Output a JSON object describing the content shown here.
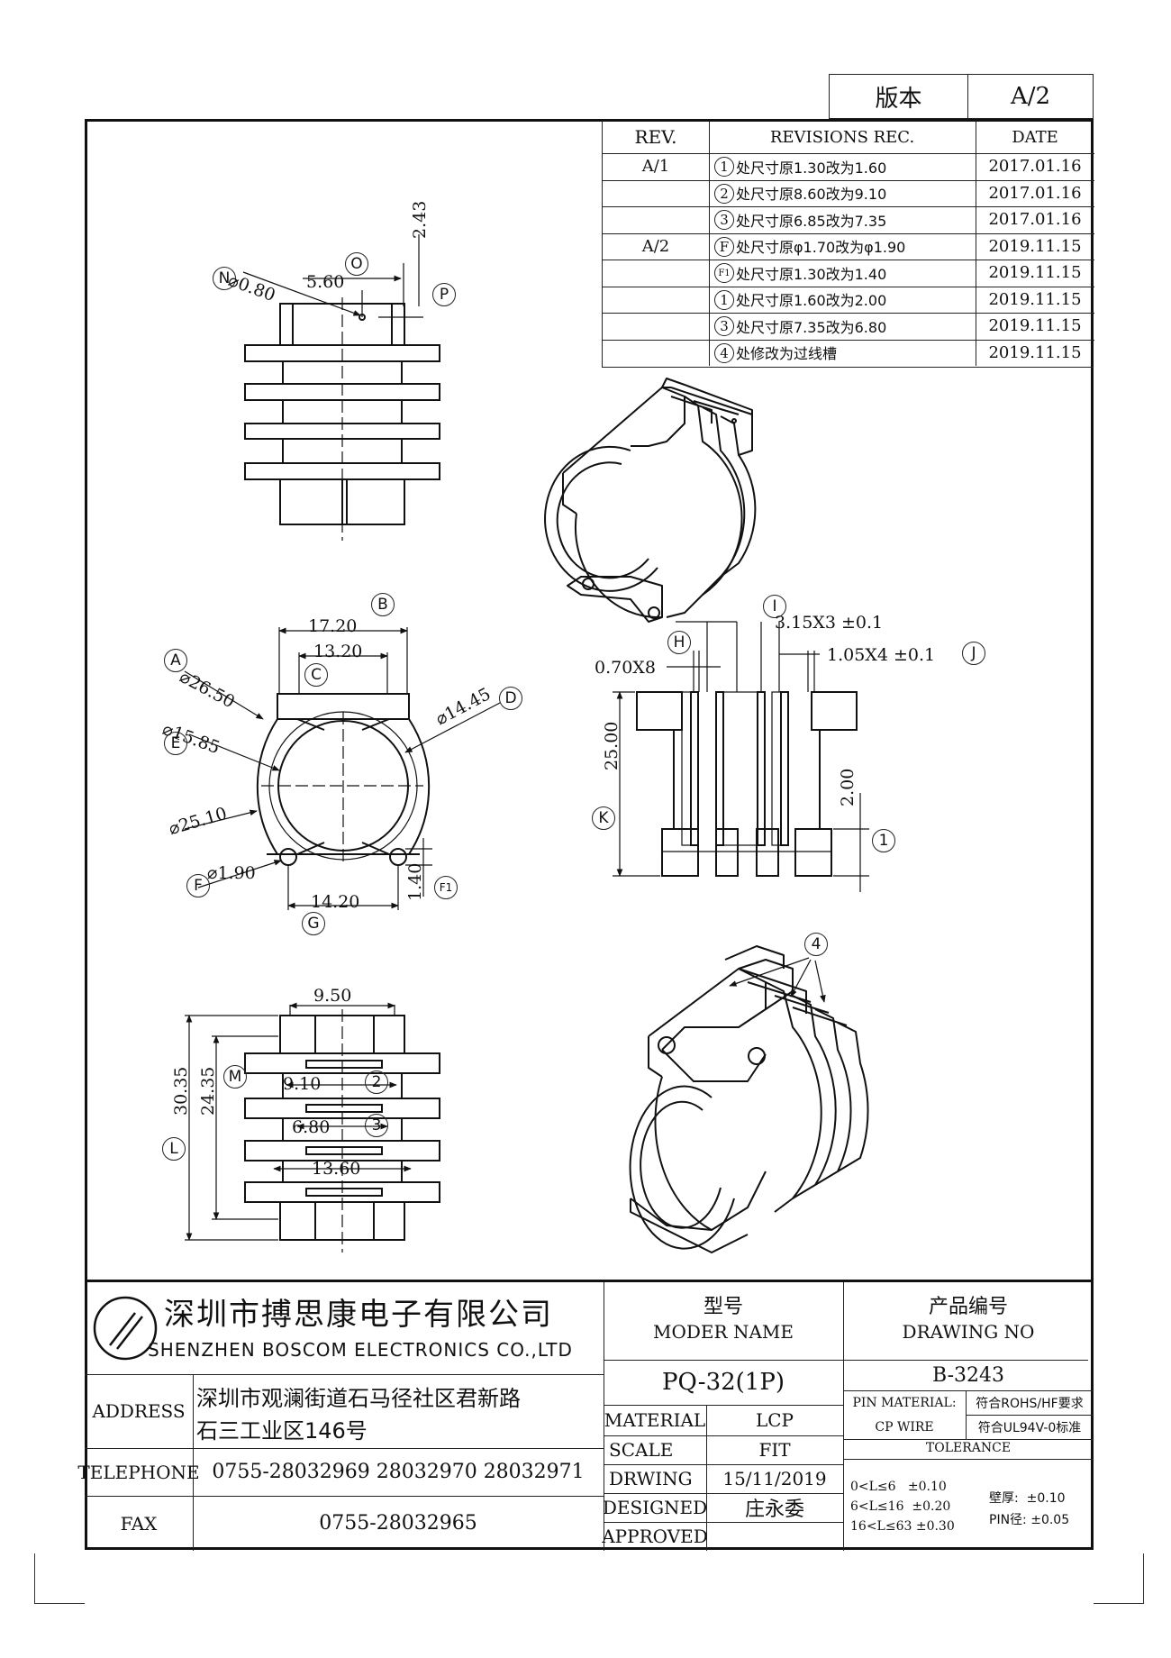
{
  "version_box": {
    "label": "版本",
    "value": "A/2"
  },
  "revisions": {
    "headers": {
      "rev": "REV.",
      "rec": "REVISIONS REC.",
      "date": "DATE"
    },
    "rows": [
      {
        "rev": "A/1",
        "mark": "1",
        "text": "处尺寸原1.30改为1.60",
        "date": "2017.01.16"
      },
      {
        "rev": "",
        "mark": "2",
        "text": "处尺寸原8.60改为9.10",
        "date": "2017.01.16"
      },
      {
        "rev": "",
        "mark": "3",
        "text": "处尺寸原6.85改为7.35",
        "date": "2017.01.16"
      },
      {
        "rev": "A/2",
        "mark": "F",
        "text": "处尺寸原φ1.70改为φ1.90",
        "date": "2019.11.15"
      },
      {
        "rev": "",
        "mark": "F1",
        "text": "处尺寸原1.30改为1.40",
        "date": "2019.11.15"
      },
      {
        "rev": "",
        "mark": "1",
        "text": "处尺寸原1.60改为2.00",
        "date": "2019.11.15"
      },
      {
        "rev": "",
        "mark": "3",
        "text": "处尺寸原7.35改为6.80",
        "date": "2019.11.15"
      },
      {
        "rev": "",
        "mark": "4",
        "text": "处修改为过线槽",
        "date": "2019.11.15"
      }
    ]
  },
  "dims": {
    "N_lbl": "N",
    "N_val": "⌀0.80",
    "O_lbl": "O",
    "O_val": "5.60",
    "P_lbl": "P",
    "P_val": "2.43",
    "B_lbl": "B",
    "B_val": "17.20",
    "C_lbl": "C",
    "C_val": "13.20",
    "A_lbl": "A",
    "A_val": "⌀26.50",
    "D_lbl": "D",
    "D_val": "⌀14.45",
    "E_lbl": "E",
    "E_val": "⌀15.85",
    "r_val": "⌀25.10",
    "F_lbl": "F",
    "F_val": "⌀1.90",
    "F1_lbl": "F1",
    "F1_val": "1.40",
    "G_lbl": "G",
    "G_val": "14.20",
    "H_lbl": "H",
    "H_val": "0.70X8",
    "I_lbl": "I",
    "I_val": "3.15X3 ±0.1",
    "J_lbl": "J",
    "J_val": "1.05X4 ±0.1",
    "K_lbl": "K",
    "K_val": "25.00",
    "one_lbl": "1",
    "one_val": "2.00",
    "L_lbl": "L",
    "L_val": "30.35",
    "inner_h": "24.35",
    "M_lbl": "M",
    "top_w": "9.50",
    "w2": "9.10",
    "two_lbl": "2",
    "w3": "6.80",
    "three_lbl": "3",
    "w4": "13.60",
    "four_lbl": "4"
  },
  "title_block": {
    "company_cn": "深圳市搏思康电子有限公司",
    "company_en": "SHENZHEN BOSCOM ELECTRONICS CO.,LTD",
    "address_label": "ADDRESS",
    "address_line1": "深圳市观澜街道石马径社区君新路",
    "address_line2": "石三工业区146号",
    "telephone_label": "TELEPHONE",
    "telephone_value": "0755-28032969 28032970 28032971",
    "fax_label": "FAX",
    "fax_value": "0755-28032965",
    "model_cn": "型号",
    "model_en": "MODER NAME",
    "model_value": "PQ-32(1P)",
    "drawing_cn": "产品编号",
    "drawing_en": "DRAWING NO",
    "drawing_value": "B-3243",
    "material_label": "MATERIAL",
    "material_value": "LCP",
    "scale_label": "SCALE",
    "scale_value": "FIT",
    "drwing_label": "DRWING",
    "drwing_value": "15/11/2019",
    "designed_label": "DESIGNED",
    "designed_value": "庄永委",
    "approved_label": "APPROVED",
    "approved_value": "",
    "pin_material_label": "PIN MATERIAL:",
    "pin_material_value": "CP WIRE",
    "rohs": "符合ROHS/HF要求",
    "ul": "符合UL94V-0标准",
    "tolerance_label": "TOLERANCE",
    "tol1": "0<L≤6   ±0.10",
    "tol2": "6<L≤16  ±0.20",
    "tol3": "16<L≤63 ±0.30",
    "wall": "壁厚:  ±0.10",
    "pin": "PIN径: ±0.05"
  }
}
